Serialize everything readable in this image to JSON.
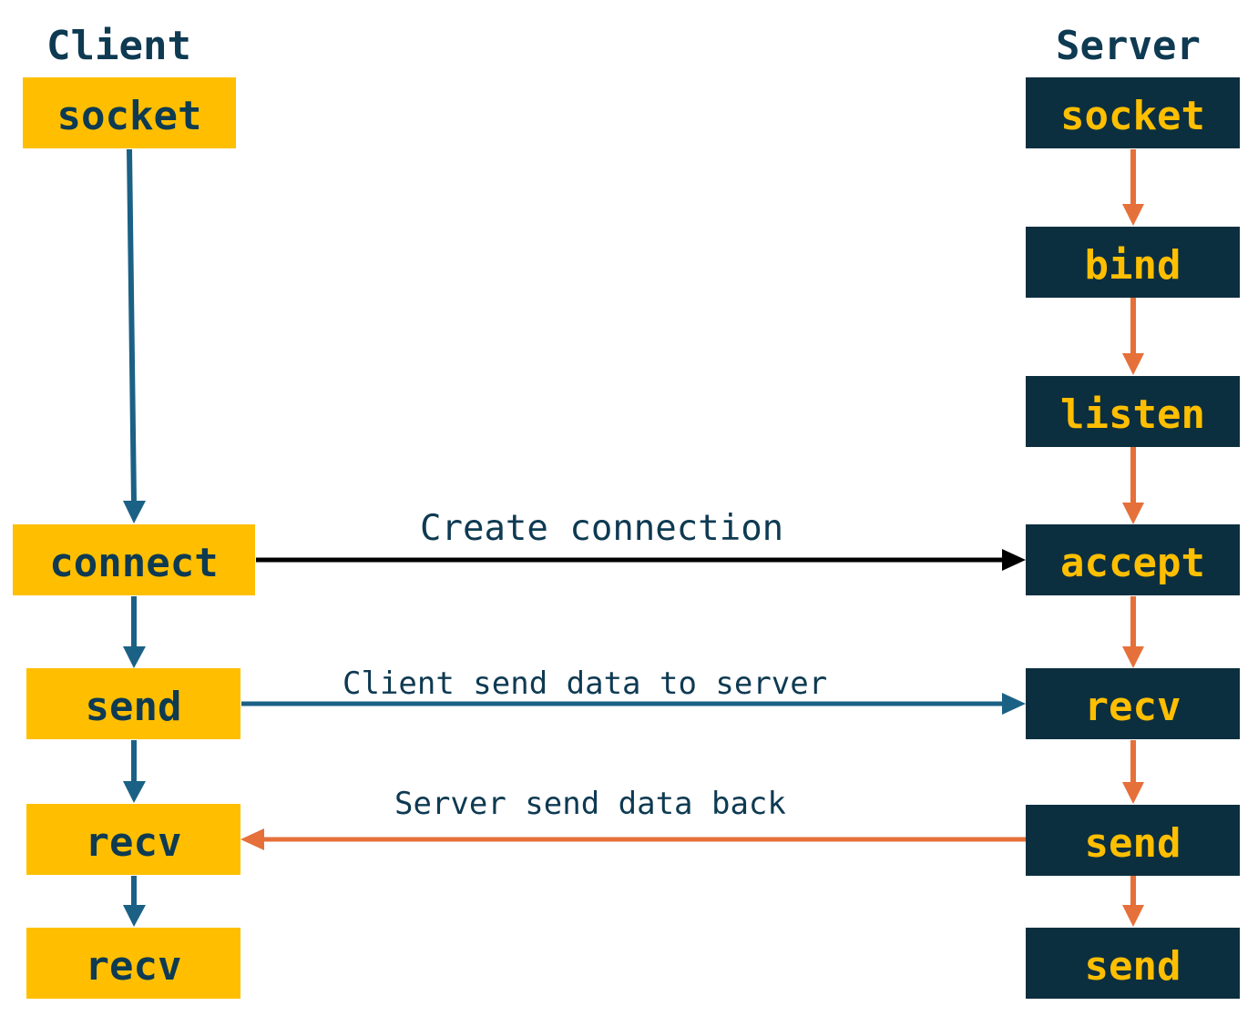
{
  "client": {
    "title": "Client",
    "steps": [
      "socket",
      "connect",
      "send",
      "recv",
      "recv"
    ]
  },
  "server": {
    "title": "Server",
    "steps": [
      "socket",
      "bind",
      "listen",
      "accept",
      "recv",
      "send",
      "send"
    ]
  },
  "messages": {
    "connect": "Create connection",
    "client_send": "Client send data to server",
    "server_send": "Server send data back"
  },
  "colors": {
    "client_box": "#ffbf00",
    "server_box": "#0c2f3f",
    "text_dark": "#0e3a52",
    "client_arrow": "#1b6186",
    "server_arrow": "#e6703a",
    "connect_arrow": "#000000"
  }
}
